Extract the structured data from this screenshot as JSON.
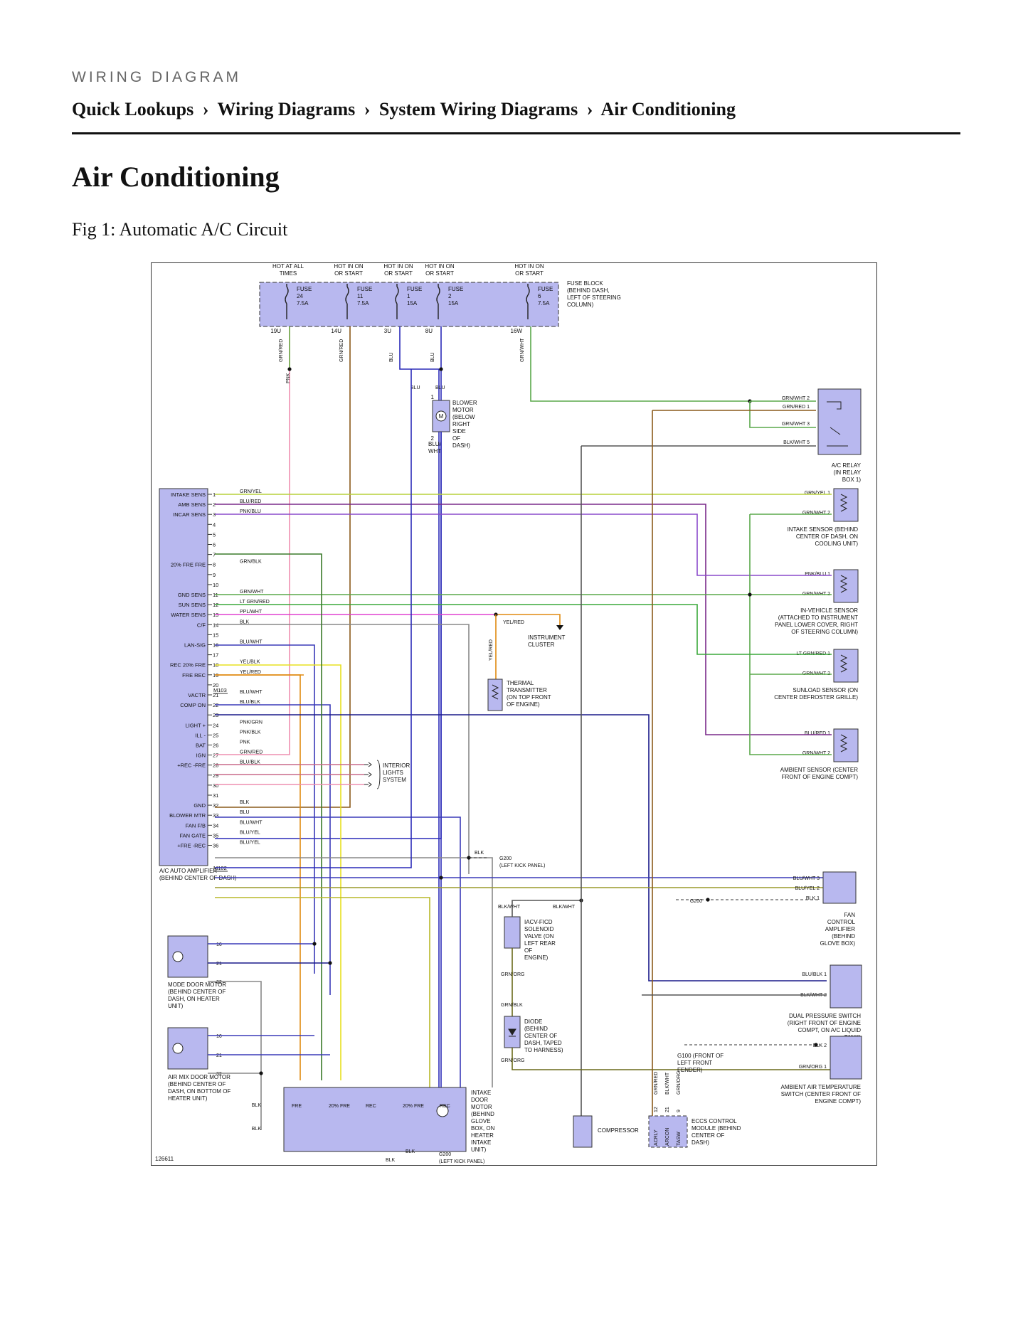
{
  "header": {
    "kicker": "WIRING DIAGRAM",
    "breadcrumb": [
      "Quick Lookups",
      "Wiring Diagrams",
      "System Wiring Diagrams",
      "Air Conditioning"
    ],
    "breadcrumb_separator": "›"
  },
  "page_title": "Air Conditioning",
  "figure_caption": "Fig 1: Automatic A/C Circuit",
  "diagram": {
    "figure_id": "126611",
    "power_sources": [
      {
        "hot": "HOT AT ALL TIMES",
        "fuse": "FUSE 24 7.5A",
        "terminal": "19U",
        "wire": "GRN/RED"
      },
      {
        "hot": "HOT IN ON OR START",
        "fuse": "FUSE 11 7.5A",
        "terminal": "14U",
        "wire": "GRN/RED"
      },
      {
        "hot": "HOT IN ON OR START",
        "fuse": "FUSE 1 15A",
        "terminal": "3U",
        "wire": "BLU"
      },
      {
        "hot": "HOT IN ON OR START",
        "fuse": "FUSE 2 15A",
        "terminal": "8U",
        "wire": "BLU"
      },
      {
        "hot": "HOT IN ON OR START",
        "fuse": "FUSE 6 7.5A",
        "terminal": "16W",
        "wire": "GRN/WHT"
      }
    ],
    "fuse_block_label": "FUSE BLOCK (BEHIND DASH, LEFT OF STEERING COLUMN)",
    "amplifier": {
      "name": "A/C AUTO AMPLIFIER (BEHIND CENTER OF DASH)",
      "connectors": [
        "M103",
        "M102"
      ],
      "pins": [
        {
          "n": "1",
          "func": "INTAKE SENS",
          "wire": "GRN/YEL"
        },
        {
          "n": "2",
          "func": "AMB SENS",
          "wire": "BLU/RED"
        },
        {
          "n": "3",
          "func": "INCAR SENS",
          "wire": "PNK/BLU"
        },
        {
          "n": "4",
          "func": "",
          "wire": ""
        },
        {
          "n": "5",
          "func": "",
          "wire": ""
        },
        {
          "n": "6",
          "func": "",
          "wire": ""
        },
        {
          "n": "7",
          "func": "",
          "wire": ""
        },
        {
          "n": "8",
          "func": "20% FRE FRE",
          "wire": "GRN/BLK"
        },
        {
          "n": "9",
          "func": "",
          "wire": ""
        },
        {
          "n": "10",
          "func": "",
          "wire": ""
        },
        {
          "n": "11",
          "func": "GND SENS",
          "wire": "GRN/WHT"
        },
        {
          "n": "12",
          "func": "SUN SENS",
          "wire": "LT GRN/RED"
        },
        {
          "n": "13",
          "func": "WATER SENS",
          "wire": "PPL/WHT"
        },
        {
          "n": "14",
          "func": "C/F",
          "wire": "BLK"
        },
        {
          "n": "15",
          "func": "",
          "wire": ""
        },
        {
          "n": "16",
          "func": "LAN-SIG",
          "wire": "BLU/WHT"
        },
        {
          "n": "17",
          "func": "",
          "wire": ""
        },
        {
          "n": "18",
          "func": "REC 20% FRE",
          "wire": "YEL/BLK"
        },
        {
          "n": "19",
          "func": "FRE REC",
          "wire": "YEL/RED"
        },
        {
          "n": "20",
          "func": "",
          "wire": ""
        },
        {
          "n": "21",
          "func": "VACTR",
          "wire": "BLU/WHT"
        },
        {
          "n": "22",
          "func": "COMP ON",
          "wire": "BLU/BLK"
        },
        {
          "n": "23",
          "func": "",
          "wire": ""
        },
        {
          "n": "24",
          "func": "LIGHT +",
          "wire": "PNK/GRN"
        },
        {
          "n": "25",
          "func": "ILL -",
          "wire": "PNK/BLK"
        },
        {
          "n": "26",
          "func": "BAT",
          "wire": "PNK"
        },
        {
          "n": "27",
          "func": "IGN",
          "wire": "GRN/RED"
        },
        {
          "n": "28",
          "func": "+REC -FRE",
          "wire": "BLU/BLK"
        },
        {
          "n": "29",
          "func": "",
          "wire": ""
        },
        {
          "n": "30",
          "func": "",
          "wire": ""
        },
        {
          "n": "31",
          "func": "",
          "wire": ""
        },
        {
          "n": "32",
          "func": "GND",
          "wire": "BLK"
        },
        {
          "n": "33",
          "func": "BLOWER MTR",
          "wire": "BLU"
        },
        {
          "n": "34",
          "func": "FAN F/B",
          "wire": "BLU/WHT"
        },
        {
          "n": "35",
          "func": "FAN GATE",
          "wire": "BLU/YEL"
        },
        {
          "n": "36",
          "func": "+FRE -REC",
          "wire": "BLU/YEL"
        }
      ]
    },
    "components": {
      "ac_relay": "A/C RELAY (IN RELAY BOX 1)",
      "ac_relay_pins": [
        {
          "wire": "GRN/WHT",
          "pin": "2"
        },
        {
          "wire": "GRN/RED",
          "pin": "1"
        },
        {
          "wire": "GRN/WHT",
          "pin": "3"
        },
        {
          "wire": "BLK/WHT",
          "pin": "5"
        }
      ],
      "blower_motor": "BLOWER MOTOR (BELOW RIGHT SIDE OF DASH)",
      "blower_wire_top": "BLU",
      "blower_wire_bottom": "BLU/ WHT",
      "intake_sensor": "INTAKE SENSOR (BEHIND CENTER OF DASH, ON COOLING UNIT)",
      "in_vehicle_sensor": "IN-VEHICLE SENSOR (ATTACHED TO INSTRUMENT PANEL LOWER COVER, RIGHT OF STEERING COLUMN)",
      "sunload_sensor": "SUNLOAD SENSOR (ON CENTER DEFROSTER GRILLE)",
      "ambient_sensor": "AMBIENT SENSOR (CENTER FRONT OF ENGINE COMPT)",
      "instrument_cluster": "INSTRUMENT CLUSTER",
      "thermal_transmitter": "THERMAL TRANSMITTER (ON TOP FRONT OF ENGINE)",
      "interior_lights": "INTERIOR LIGHTS SYSTEM",
      "g200": "G200 (LEFT KICK PANEL)",
      "g200_short": "G200 (LEFT KICK PANEL)",
      "fan_control": "FAN CONTROL AMPLIFIER (BEHIND GLOVE BOX)",
      "iacv": "IACV-FICD SOLENOID VALVE (ON LEFT REAR OF ENGINE)",
      "diode": "DIODE (BEHIND CENTER OF DASH, TAPED TO HARNESS)",
      "dual_pressure": "DUAL PRESSURE SWITCH (RIGHT FRONT OF ENGINE COMPT, ON A/C LIQUID TANK)",
      "ambient_switch": "AMBIENT AIR TEMPERATURE SWITCH (CENTER FRONT OF ENGINE COMPT)",
      "g100": "G100 (FRONT OF LEFT FRONT FENDER)",
      "mode_door": "MODE DOOR MOTOR (BEHIND CENTER OF DASH, ON HEATER UNIT)",
      "air_mix": "AIR MIX DOOR MOTOR (BEHIND CENTER OF DASH, ON BOTTOM OF HEATER UNIT)",
      "intake_door": "INTAKE DOOR MOTOR (BEHIND GLOVE BOX, ON HEATER INTAKE UNIT)",
      "compressor": "COMPRESSOR",
      "eccs": "ECCS CONTROL MODULE (BEHIND CENTER OF DASH)",
      "eccs_pins": [
        "ACRLY",
        "ARCON",
        "TASW"
      ],
      "eccs_pin_nums": [
        "12",
        "21",
        "9"
      ],
      "eccs_wires": [
        "GRN/RED",
        "BLK/WHT",
        "GRN/ORG"
      ]
    }
  }
}
